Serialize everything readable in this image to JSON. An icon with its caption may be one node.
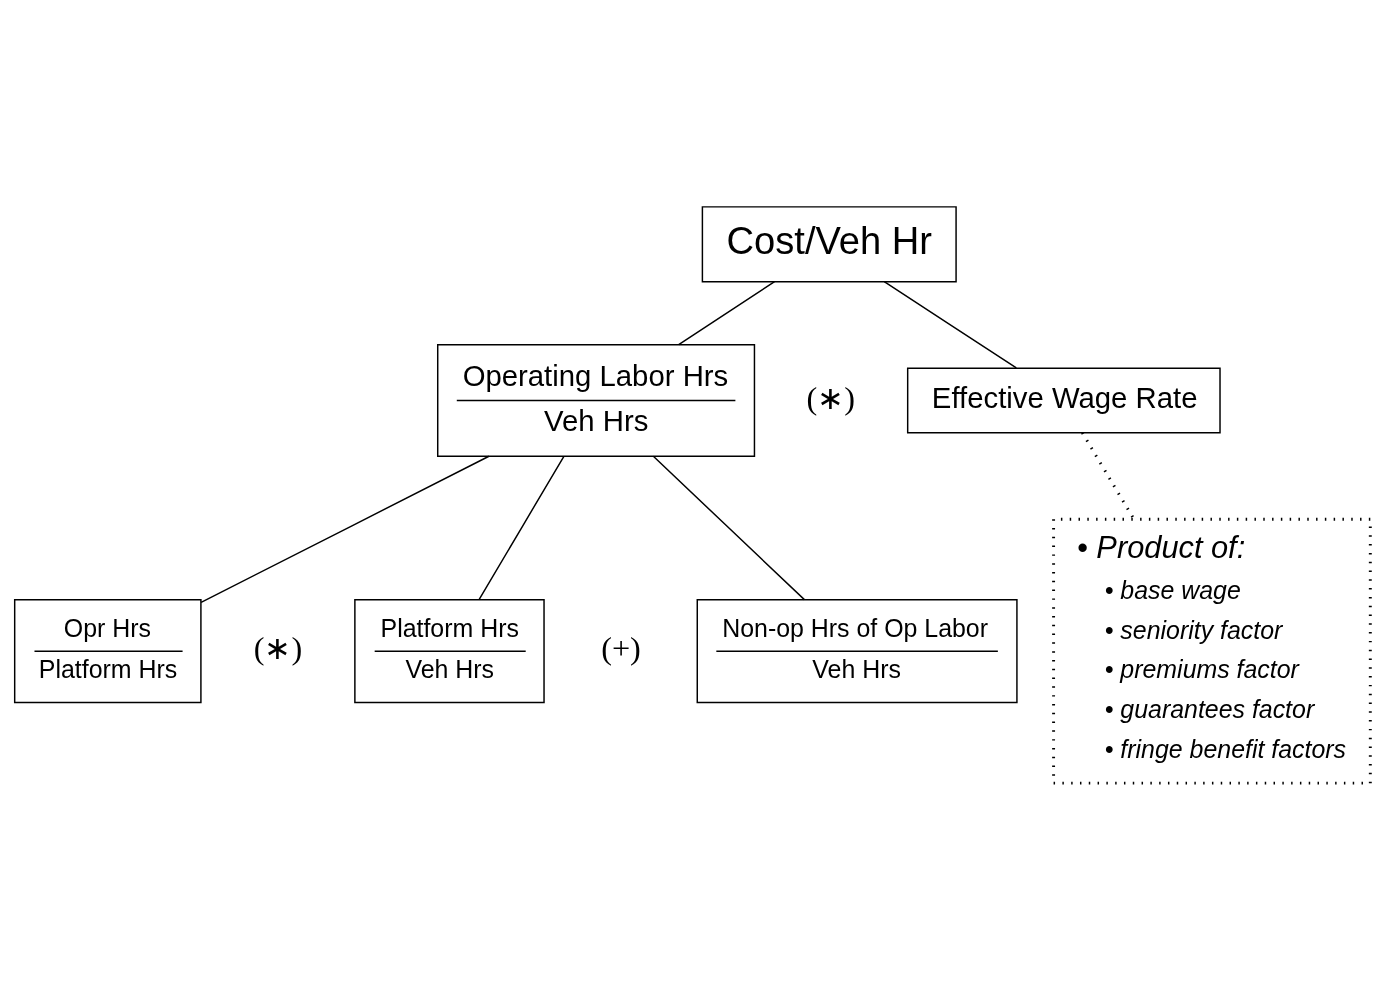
{
  "diagram": {
    "nodes": [
      {
        "text": [
          "Cost/Veh Hr"
        ]
      },
      {
        "text": [
          "Operating Labor Hrs",
          "Veh Hrs"
        ]
      },
      {
        "text": [
          "Effective Wage Rate"
        ]
      },
      {
        "text": [
          "Opr Hrs",
          "Platform Hrs"
        ]
      },
      {
        "text": [
          "Platform Hrs",
          "Veh Hrs"
        ]
      },
      {
        "text": [
          "Non-op Hrs of Op Labor",
          "Veh Hrs"
        ]
      },
      {
        "text": [
          "• Product of:",
          "• base wage",
          "• seniority factor",
          "• premiums factor",
          "• guarantees factor",
          "• fringe benefit factors"
        ]
      }
    ],
    "edges": [
      {
        "from": 0,
        "to": 1,
        "arrow": "none"
      },
      {
        "from": 0,
        "to": 2,
        "arrow": "none"
      },
      {
        "from": 1,
        "to": 3,
        "arrow": "none"
      },
      {
        "from": 1,
        "to": 4,
        "arrow": "none"
      },
      {
        "from": 1,
        "to": 5,
        "arrow": "none"
      },
      {
        "from": 2,
        "to": 6,
        "arrow": "none",
        "style": "dashed"
      }
    ],
    "labels": [
      "(∗)",
      "(∗)",
      "(+)"
    ]
  }
}
